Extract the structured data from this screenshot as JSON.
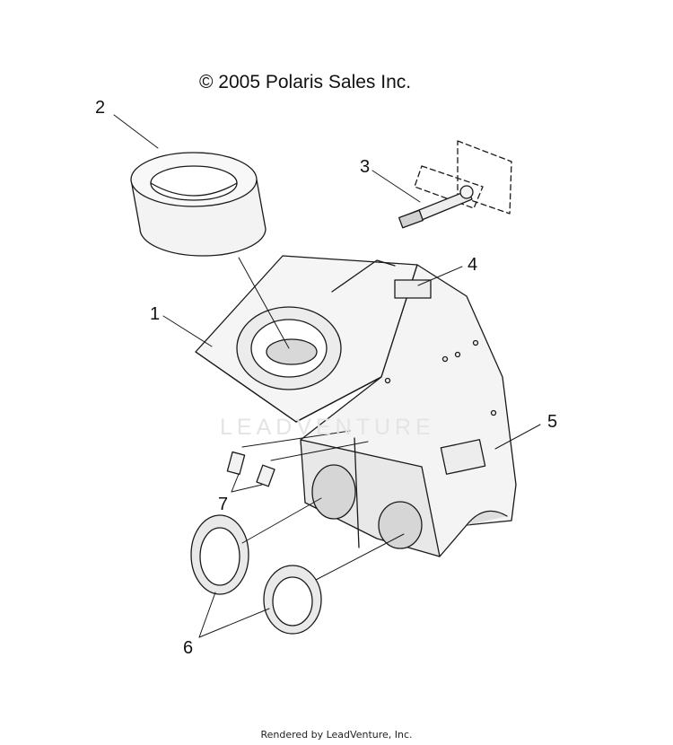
{
  "header": {
    "copyright": "© 2005 Polaris Sales Inc."
  },
  "watermark": {
    "text": "LEADVENTURE"
  },
  "footer": {
    "rendered_by": "Rendered by LeadVenture, Inc."
  },
  "callouts": {
    "c1": "1",
    "c2": "2",
    "c3": "3",
    "c4": "4",
    "c5": "5",
    "c6": "6",
    "c7": "7"
  },
  "colors": {
    "line": "#1a1a1a",
    "fill_light": "#f4f4f4",
    "fill_mid": "#e6e6e6",
    "fill_dark": "#d2d2d2",
    "watermark": "#e4e4e4"
  }
}
